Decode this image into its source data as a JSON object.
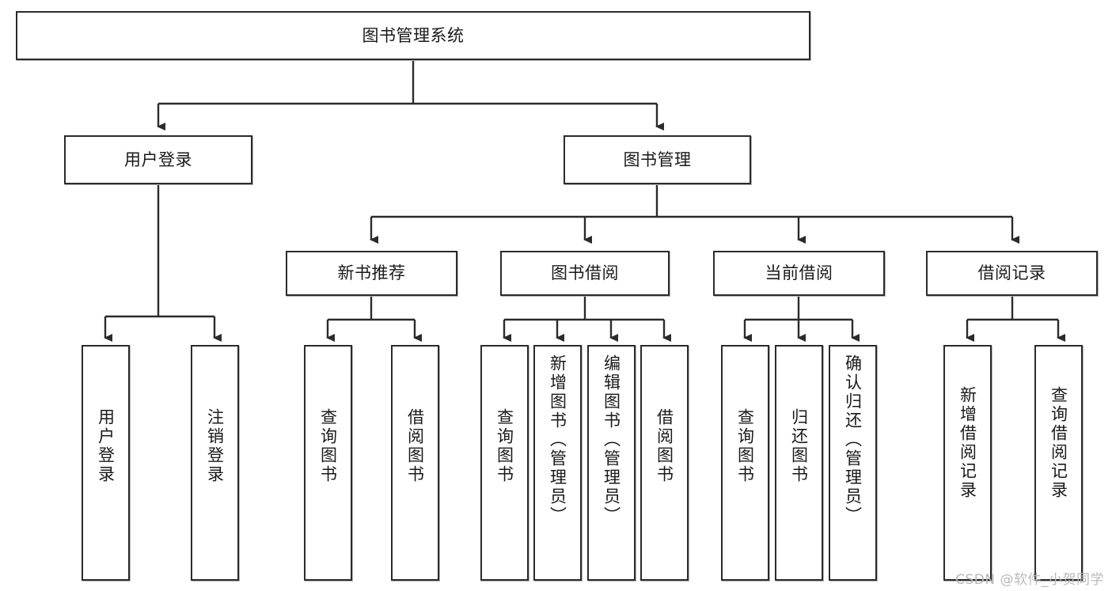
{
  "diagram": {
    "title": "图书管理系统",
    "type": "tree",
    "watermark": "CSDN @软件_小贺同学",
    "root": {
      "id": "root",
      "label": "图书管理系统"
    },
    "level2": [
      {
        "id": "user-login",
        "label": "用户登录"
      },
      {
        "id": "book-manage",
        "label": "图书管理"
      }
    ],
    "level3": [
      {
        "id": "new-book-rec",
        "label": "新书推荐"
      },
      {
        "id": "book-borrow",
        "label": "图书借阅"
      },
      {
        "id": "current-borrow",
        "label": "当前借阅"
      },
      {
        "id": "borrow-record",
        "label": "借阅记录"
      }
    ],
    "leaves": {
      "user_login": [
        {
          "id": "leaf-user-login",
          "label": "用户登录"
        },
        {
          "id": "leaf-logout",
          "label": "注销登录"
        }
      ],
      "new_book_rec": [
        {
          "id": "leaf-query-book-1",
          "label": "查询图书"
        },
        {
          "id": "leaf-borrow-book-1",
          "label": "借阅图书"
        }
      ],
      "book_borrow": [
        {
          "id": "leaf-query-book-2",
          "label": "查询图书"
        },
        {
          "id": "leaf-add-book",
          "label": "新增图书（管理员）"
        },
        {
          "id": "leaf-edit-book",
          "label": "编辑图书（管理员）"
        },
        {
          "id": "leaf-borrow-book-2",
          "label": "借阅图书"
        }
      ],
      "current_borrow": [
        {
          "id": "leaf-query-book-3",
          "label": "查询图书"
        },
        {
          "id": "leaf-return-book",
          "label": "归还图书"
        },
        {
          "id": "leaf-confirm-return",
          "label": "确认归还（管理员）"
        }
      ],
      "borrow_record": [
        {
          "id": "leaf-add-record",
          "label": "新增借阅记录"
        },
        {
          "id": "leaf-query-record",
          "label": "查询借阅记录"
        }
      ]
    },
    "colors": {
      "stroke": "#2b2b2b",
      "fill": "#ffffff",
      "text": "#1a1a1a",
      "watermark": "#b9b9b9"
    }
  }
}
